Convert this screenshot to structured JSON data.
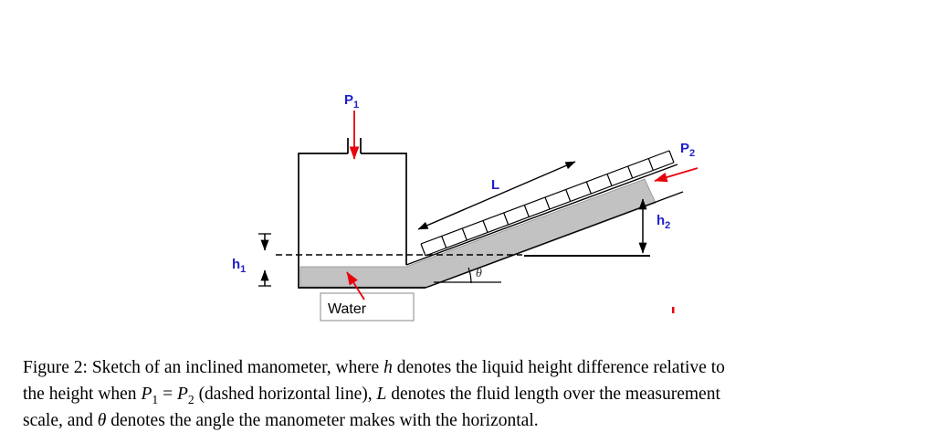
{
  "diagram": {
    "labels": {
      "p1": {
        "main": "P",
        "sub": "1"
      },
      "p2": {
        "main": "P",
        "sub": "2"
      },
      "h1": {
        "main": "h",
        "sub": "1"
      },
      "h2": {
        "main": "h",
        "sub": "2"
      },
      "L": "L",
      "theta": "θ",
      "water": "Water"
    },
    "colors": {
      "label_blue": "#1f1fc8",
      "arrow_red": "#e8000d",
      "fluid_gray": "#c2c2c2",
      "line_black": "#000000"
    }
  },
  "caption": {
    "segments": {
      "s1": "Figure 2: Sketch of an inclined manometer, where ",
      "s2": "h",
      "s3": " denotes the liquid height difference relative to",
      "s4": "the height when ",
      "s5": "P",
      "s6": "1",
      "s7": " = ",
      "s8": "P",
      "s9": "2",
      "s10": " (dashed horizontal line), ",
      "s11": "L",
      "s12": " denotes the fluid length over the measurement",
      "s13": "scale, and ",
      "s14": "θ",
      "s15": " denotes the angle the manometer makes with the horizontal."
    }
  }
}
